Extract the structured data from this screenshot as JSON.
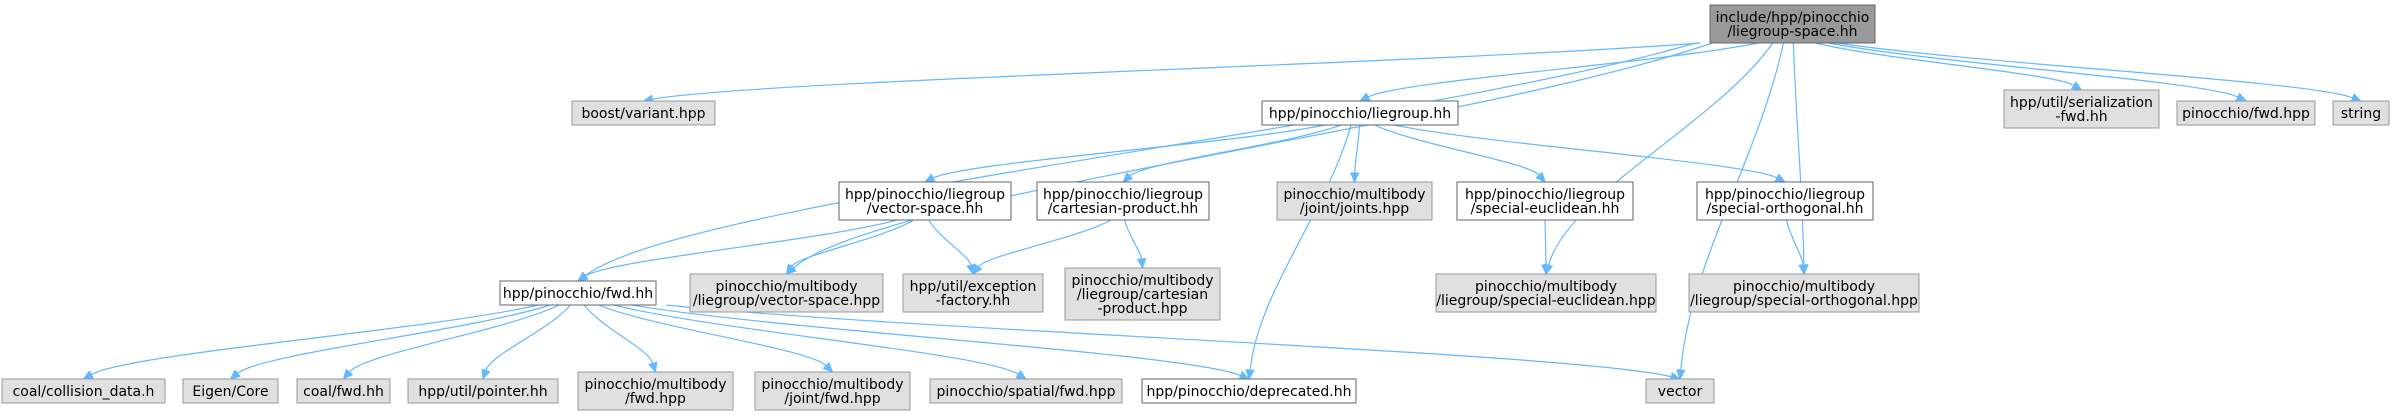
{
  "diagram": {
    "title": "include/hpp/pinocchio/liegroup-space.hh",
    "nodes": {
      "root": {
        "lines": [
          "include/hpp/pinocchio",
          "/liegroup-space.hh"
        ],
        "style": "root"
      },
      "boost_variant": {
        "lines": [
          "boost/variant.hpp"
        ],
        "style": "grey"
      },
      "liegroup": {
        "lines": [
          "hpp/pinocchio/liegroup.hh"
        ],
        "style": "white"
      },
      "util_serial": {
        "lines": [
          "hpp/util/serialization",
          "-fwd.hh"
        ],
        "style": "grey"
      },
      "pin_fwd": {
        "lines": [
          "pinocchio/fwd.hpp"
        ],
        "style": "grey"
      },
      "string": {
        "lines": [
          "string"
        ],
        "style": "grey"
      },
      "vector_space": {
        "lines": [
          "hpp/pinocchio/liegroup",
          "/vector-space.hh"
        ],
        "style": "white"
      },
      "cartesian": {
        "lines": [
          "hpp/pinocchio/liegroup",
          "/cartesian-product.hh"
        ],
        "style": "white"
      },
      "joints": {
        "lines": [
          "pinocchio/multibody",
          "/joint/joints.hpp"
        ],
        "style": "grey"
      },
      "special_euc": {
        "lines": [
          "hpp/pinocchio/liegroup",
          "/special-euclidean.hh"
        ],
        "style": "white"
      },
      "special_orth": {
        "lines": [
          "hpp/pinocchio/liegroup",
          "/special-orthogonal.hh"
        ],
        "style": "white"
      },
      "hpp_fwd": {
        "lines": [
          "hpp/pinocchio/fwd.hh"
        ],
        "style": "white"
      },
      "pin_vs": {
        "lines": [
          "pinocchio/multibody",
          "/liegroup/vector-space.hpp"
        ],
        "style": "grey"
      },
      "exception": {
        "lines": [
          "hpp/util/exception",
          "-factory.hh"
        ],
        "style": "grey"
      },
      "pin_cart": {
        "lines": [
          "pinocchio/multibody",
          "/liegroup/cartesian",
          "-product.hpp"
        ],
        "style": "grey"
      },
      "pin_se": {
        "lines": [
          "pinocchio/multibody",
          "/liegroup/special-euclidean.hpp"
        ],
        "style": "grey"
      },
      "pin_so": {
        "lines": [
          "pinocchio/multibody",
          "/liegroup/special-orthogonal.hpp"
        ],
        "style": "grey"
      },
      "coal_coll": {
        "lines": [
          "coal/collision_data.h"
        ],
        "style": "grey"
      },
      "eigen_core": {
        "lines": [
          "Eigen/Core"
        ],
        "style": "grey"
      },
      "coal_fwd": {
        "lines": [
          "coal/fwd.hh"
        ],
        "style": "grey"
      },
      "pointer": {
        "lines": [
          "hpp/util/pointer.hh"
        ],
        "style": "grey"
      },
      "mb_fwd": {
        "lines": [
          "pinocchio/multibody",
          "/fwd.hpp"
        ],
        "style": "grey"
      },
      "joint_fwd": {
        "lines": [
          "pinocchio/multibody",
          "/joint/fwd.hpp"
        ],
        "style": "grey"
      },
      "spatial_fwd": {
        "lines": [
          "pinocchio/spatial/fwd.hpp"
        ],
        "style": "grey"
      },
      "deprecated": {
        "lines": [
          "hpp/pinocchio/deprecated.hh"
        ],
        "style": "white"
      },
      "vector": {
        "lines": [
          "vector"
        ],
        "style": "grey"
      }
    },
    "edges": [
      [
        "root",
        "boost_variant"
      ],
      [
        "root",
        "liegroup"
      ],
      [
        "root",
        "util_serial"
      ],
      [
        "root",
        "pin_fwd"
      ],
      [
        "root",
        "string"
      ],
      [
        "root",
        "hpp_fwd"
      ],
      [
        "root",
        "pin_vs"
      ],
      [
        "root",
        "pin_se"
      ],
      [
        "root",
        "pin_so"
      ],
      [
        "root",
        "vector"
      ],
      [
        "liegroup",
        "vector_space"
      ],
      [
        "liegroup",
        "cartesian"
      ],
      [
        "liegroup",
        "joints"
      ],
      [
        "liegroup",
        "special_euc"
      ],
      [
        "liegroup",
        "special_orth"
      ],
      [
        "liegroup",
        "deprecated"
      ],
      [
        "vector_space",
        "hpp_fwd"
      ],
      [
        "vector_space",
        "pin_vs"
      ],
      [
        "vector_space",
        "exception"
      ],
      [
        "cartesian",
        "exception"
      ],
      [
        "cartesian",
        "pin_cart"
      ],
      [
        "special_euc",
        "pin_se"
      ],
      [
        "special_orth",
        "pin_so"
      ],
      [
        "hpp_fwd",
        "coal_coll"
      ],
      [
        "hpp_fwd",
        "eigen_core"
      ],
      [
        "hpp_fwd",
        "coal_fwd"
      ],
      [
        "hpp_fwd",
        "pointer"
      ],
      [
        "hpp_fwd",
        "mb_fwd"
      ],
      [
        "hpp_fwd",
        "joint_fwd"
      ],
      [
        "hpp_fwd",
        "spatial_fwd"
      ],
      [
        "hpp_fwd",
        "deprecated"
      ],
      [
        "hpp_fwd",
        "vector"
      ]
    ]
  }
}
